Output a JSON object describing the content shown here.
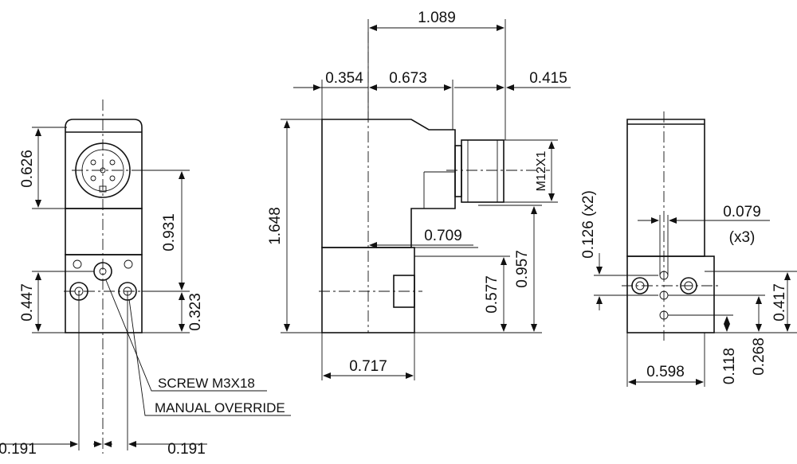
{
  "dimensions": {
    "overall_width": "1.089",
    "body_width_left": "0.354",
    "body_to_connector": "0.673",
    "connector_length": "0.415",
    "overall_height": "1.648",
    "base_width": "0.717",
    "top_to_base": "0.709",
    "base_height": "0.577",
    "connector_center_height": "0.957",
    "connector_height": "0.626",
    "connector_to_base": "0.931",
    "mount_hole_height": "0.447",
    "screw_height": "0.323",
    "hole_offset_left": "0.191",
    "hole_offset_right": "0.191",
    "thread_label": "M12X1",
    "pin_spacing": "0.126 (x2)",
    "pin_diameter": "0.079",
    "pin_count": "(x3)",
    "pin_row_height": "0.417",
    "pin_offset_a": "0.118",
    "pin_offset_b": "0.268",
    "side_width": "0.598"
  },
  "callouts": {
    "screw": "SCREW M3X18",
    "manual_override": "MANUAL OVERRIDE"
  }
}
